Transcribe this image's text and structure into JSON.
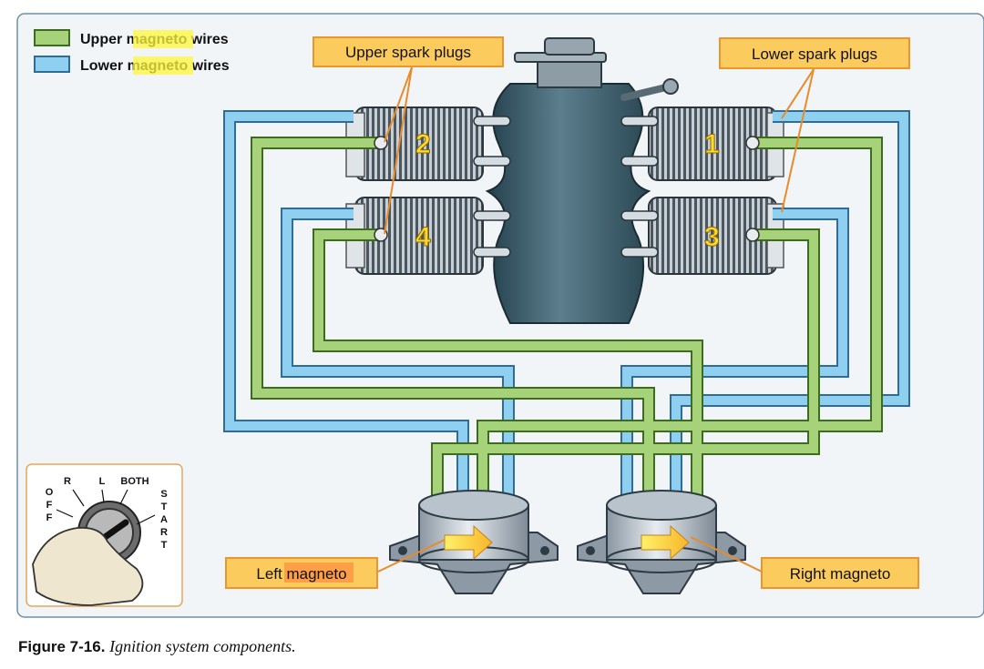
{
  "legend": {
    "upper_pre": "Upper ",
    "upper_hl": "magneto",
    "upper_post": " wires",
    "lower_pre": "Lower ",
    "lower_hl": "magneto",
    "lower_post": " wires",
    "upper_color": "#a6d279",
    "lower_color": "#8fd0f1"
  },
  "callouts": {
    "upper_plugs": "Upper spark plugs",
    "lower_plugs": "Lower spark plugs",
    "left_mag_hl": "magneto",
    "left_mag_pre": "Left ",
    "right_mag": "Right magneto"
  },
  "cylinders": [
    "1",
    "2",
    "3",
    "4"
  ],
  "switch": {
    "off": [
      "O",
      "F",
      "F"
    ],
    "r": "R",
    "l": "L",
    "both": "BOTH",
    "start": [
      "S",
      "T",
      "A",
      "R",
      "T"
    ]
  },
  "caption": {
    "figure": "Figure 7-16.",
    "description": "Ignition system components."
  },
  "colors": {
    "callout_fill": "#fccb5e",
    "callout_border": "#e9962e",
    "engine": "#3f5f6d",
    "panel_bg": "#f2f5f8"
  }
}
